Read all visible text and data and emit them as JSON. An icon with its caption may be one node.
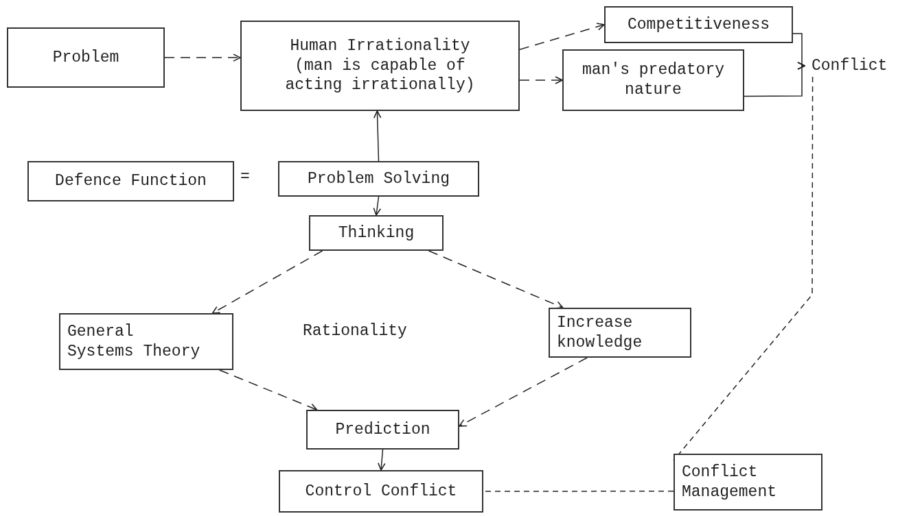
{
  "diagram": {
    "nodes": [
      {
        "text": [
          "Problem"
        ]
      },
      {
        "text": [
          "Human Irrationality (man is capable of acting irrationally)"
        ]
      },
      {
        "text": [
          "Competitiveness"
        ]
      },
      {
        "text": [
          "man's predatory nature"
        ]
      },
      {
        "text": [
          "Conflict"
        ]
      },
      {
        "text": [
          "Defence Function"
        ]
      },
      {
        "text": [
          "Problem Solving"
        ]
      },
      {
        "text": [
          "Thinking"
        ]
      },
      {
        "text": [
          "General Systems Theory"
        ]
      },
      {
        "text": [
          "Increase knowledge"
        ]
      },
      {
        "text": [
          "Prediction"
        ]
      },
      {
        "text": [
          "Control Conflict"
        ]
      },
      {
        "text": [
          "Conflict Management"
        ]
      }
    ],
    "edges": [
      {
        "from": 0,
        "to": 1,
        "arrow": "to",
        "style": "dashed"
      },
      {
        "from": 1,
        "to": 2,
        "arrow": "to",
        "style": "dashed"
      },
      {
        "from": 1,
        "to": 3,
        "arrow": "to",
        "style": "dashed"
      },
      {
        "from": 2,
        "to": 4,
        "arrow": "to"
      },
      {
        "from": 3,
        "to": 4,
        "arrow": "to"
      },
      {
        "from": 6,
        "to": 1,
        "arrow": "to"
      },
      {
        "from": 6,
        "to": 7,
        "arrow": "to"
      },
      {
        "from": 7,
        "to": 8,
        "arrow": "to",
        "style": "dashed"
      },
      {
        "from": 7,
        "to": 9,
        "arrow": "to",
        "style": "dashed"
      },
      {
        "from": 8,
        "to": 10,
        "arrow": "to",
        "style": "dashed"
      },
      {
        "from": 9,
        "to": 10,
        "arrow": "to",
        "style": "dashed"
      },
      {
        "from": 10,
        "to": 11,
        "arrow": "to"
      },
      {
        "from": 4,
        "to": 12,
        "arrow": "none",
        "style": "dashed"
      },
      {
        "from": 12,
        "to": 11,
        "arrow": "none",
        "style": "dashed"
      }
    ],
    "labels": [
      "=",
      "Rationality"
    ]
  }
}
